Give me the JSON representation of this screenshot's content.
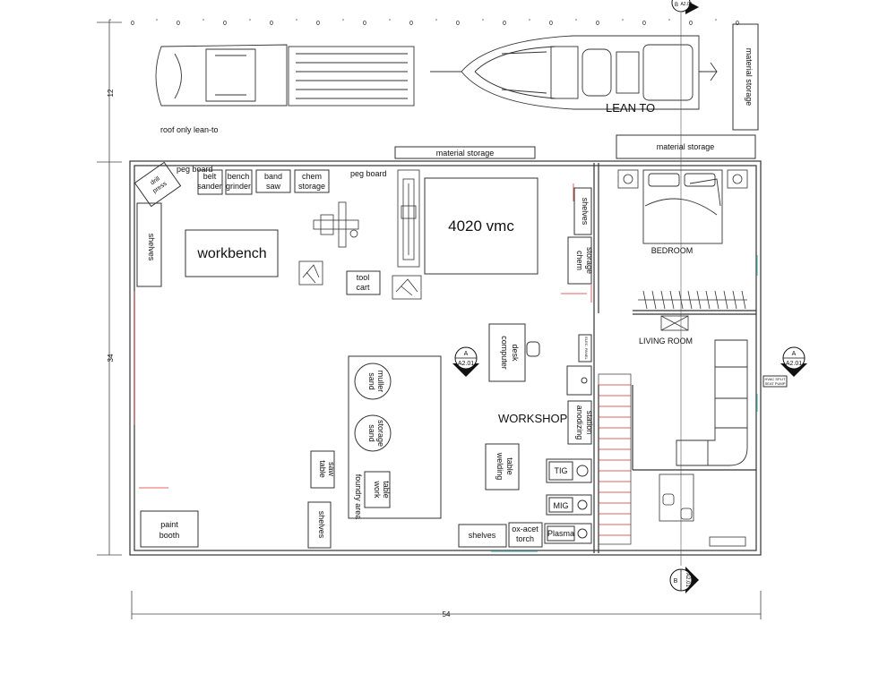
{
  "dimensions": {
    "top": "12",
    "left": "34",
    "bottom": "54"
  },
  "labels": {
    "roof_only_lean_to": "roof only lean-to",
    "lean_to": "LEAN TO",
    "material_storage_top": "material storage",
    "material_storage_right": "material storage",
    "material_storage_vertical": "material storage",
    "drill_press": [
      "drill",
      "press"
    ],
    "peg_board_1": "peg board",
    "peg_board_2": "peg board",
    "belt_sander": [
      "belt",
      "sander"
    ],
    "bench_grinder": [
      "bench",
      "grinder"
    ],
    "band_saw": [
      "band",
      "saw"
    ],
    "chem_storage_top": [
      "chem",
      "storage"
    ],
    "vmc": "4020 vmc",
    "workbench": "workbench",
    "shelves_left": "shelves",
    "shelves_right": "shelves",
    "chem_storage_right": [
      "chem",
      "storage"
    ],
    "tool_cart": [
      "tool",
      "cart"
    ],
    "computer_desk": [
      "computer",
      "desk"
    ],
    "sand_muller": [
      "sand",
      "muller"
    ],
    "sand_storage": [
      "sand",
      "storage"
    ],
    "workshop": "WORKSHOP",
    "anodizing_station": [
      "anodizing",
      "station"
    ],
    "welding_table": [
      "welding",
      "table"
    ],
    "table_saw": [
      "table",
      "saw"
    ],
    "work_table": [
      "work",
      "table"
    ],
    "foundry_area": "foundry area",
    "shelves_bottom_left": "shelves",
    "shelves_bottom": "shelves",
    "ox_acet_torch": [
      "ox-acet",
      "torch"
    ],
    "tig": "TIG",
    "mig": "MIG",
    "plasma": "Plasma",
    "paint_booth": [
      "paint",
      "booth"
    ],
    "bedroom": "BEDROOM",
    "living_room": "LIVING ROOM",
    "small_note": [
      "HVAC SPLIT",
      "SEAT PUMP"
    ],
    "breaker_note": [
      "ELEC. PANEL"
    ]
  },
  "section_markers": [
    {
      "letter": "A",
      "ref": "A2.01"
    },
    {
      "letter": "A",
      "ref": "A2.01"
    },
    {
      "letter": "B",
      "ref": "A2.01"
    },
    {
      "letter": "B",
      "ref": "A2.01"
    }
  ],
  "grid_ticks": [
    "0",
    "0",
    "0",
    "0",
    "0",
    "0",
    "0",
    "0",
    "0",
    "0",
    "0",
    "0",
    "0",
    "0"
  ]
}
